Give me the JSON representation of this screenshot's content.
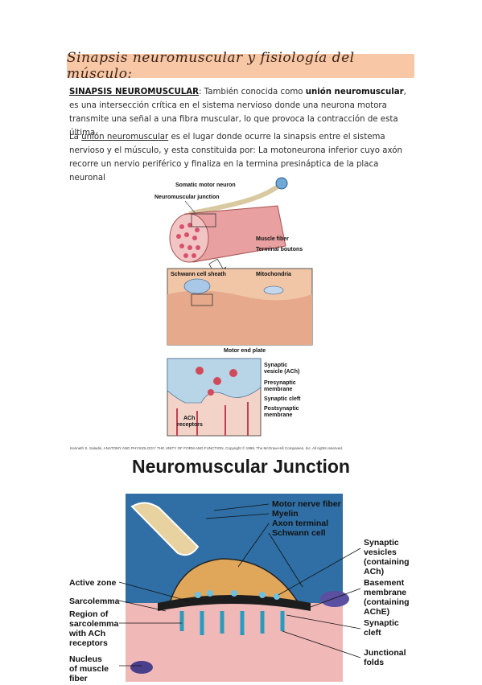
{
  "title": "Sinapsis neuromuscular y fisiología del músculo:",
  "para1": {
    "term": "SINAPSIS NEUROMUSCULAR",
    "t1": ": También conocida como ",
    "bold": "unión neuromuscular",
    "t2": ", es una intersección crítica en el sistema nervioso donde una neurona motora transmite una señal a una fibra muscular, lo que provoca la contracción de esta última."
  },
  "para2": {
    "t1": "La ",
    "link": "unión neuromuscular",
    "t2": " es el lugar donde ocurre la sinapsis entre el sistema nervioso y el músculo, y esta constituida por: La motoneurona inferior cuyo axón recorre un nervio periférico y finaliza en la termina presináptica de la placa neuronal"
  },
  "figure1": {
    "labels": {
      "somatic_motor_neuron": "Somatic motor neuron",
      "neuromuscular_junction": "Neuromuscular junction",
      "muscle_fiber": "Muscle fiber",
      "terminal_boutons": "Terminal boutons",
      "schwann_cell_sheath": "Schwann cell sheath",
      "mitochondria": "Mitochondria",
      "motor_end_plate": "Motor end plate",
      "synaptic_vesicle_1": "Synaptic",
      "synaptic_vesicle_2": "vesicle (ACh)",
      "presynaptic_1": "Presynaptic",
      "presynaptic_2": "membrane",
      "synaptic_cleft": "Synaptic cleft",
      "postsynaptic_1": "Postsynaptic",
      "postsynaptic_2": "membrane",
      "ach_1": "ACh",
      "ach_2": "receptors"
    },
    "credit": "Kenneth S. Saladin, ANATOMY AND PHYSIOLOGY: THE UNITY OF FORM AND FUNCTION, Copyright © 1998, The McGraw-Hill Companies, Inc. All rights reserved."
  },
  "figure2": {
    "title": "Neuromuscular Junction",
    "labels": {
      "motor_nerve_fiber": "Motor nerve fiber",
      "myelin": "Myelin",
      "axon_terminal": "Axon terminal",
      "schwann_cell": "Schwann cell",
      "synaptic_vesicles_1": "Synaptic",
      "synaptic_vesicles_2": "vesicles",
      "synaptic_vesicles_3": "(containing",
      "synaptic_vesicles_4": "ACh)",
      "active_zone": "Active zone",
      "basement_1": "Basement",
      "basement_2": "membrane",
      "basement_3": "(containing",
      "basement_4": "AChE)",
      "sarcolemma": "Sarcolemma",
      "region_1": "Region of",
      "region_2": "sarcolemma",
      "region_3": "with ACh",
      "region_4": "receptors",
      "synaptic_cleft_1": "Synaptic",
      "synaptic_cleft_2": "cleft",
      "nucleus_1": "Nucleus",
      "nucleus_2": "of muscle",
      "nucleus_3": "fiber",
      "junctional_1": "Junctional",
      "junctional_2": "folds"
    }
  }
}
